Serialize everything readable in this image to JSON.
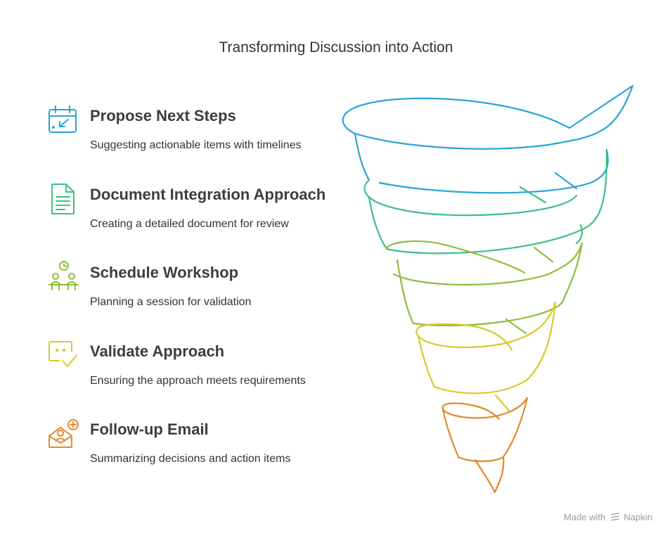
{
  "title": "Transforming Discussion into Action",
  "steps": [
    {
      "heading": "Propose Next Steps",
      "description": "Suggesting actionable items with timelines",
      "icon": "calendar-icon",
      "color": "#2ba3d6"
    },
    {
      "heading": "Document Integration Approach",
      "description": "Creating a detailed document for review",
      "icon": "document-icon",
      "color": "#3dbf86"
    },
    {
      "heading": "Schedule Workshop",
      "description": "Planning a session for validation",
      "icon": "workshop-icon",
      "color": "#8fbd3a"
    },
    {
      "heading": "Validate Approach",
      "description": "Ensuring the approach meets requirements",
      "icon": "validate-icon",
      "color": "#d9c92a"
    },
    {
      "heading": "Follow-up Email",
      "description": "Summarizing decisions and action items",
      "icon": "email-icon",
      "color": "#e08a2c"
    }
  ],
  "credit": {
    "prefix": "Made with",
    "brand": "Napkin"
  }
}
